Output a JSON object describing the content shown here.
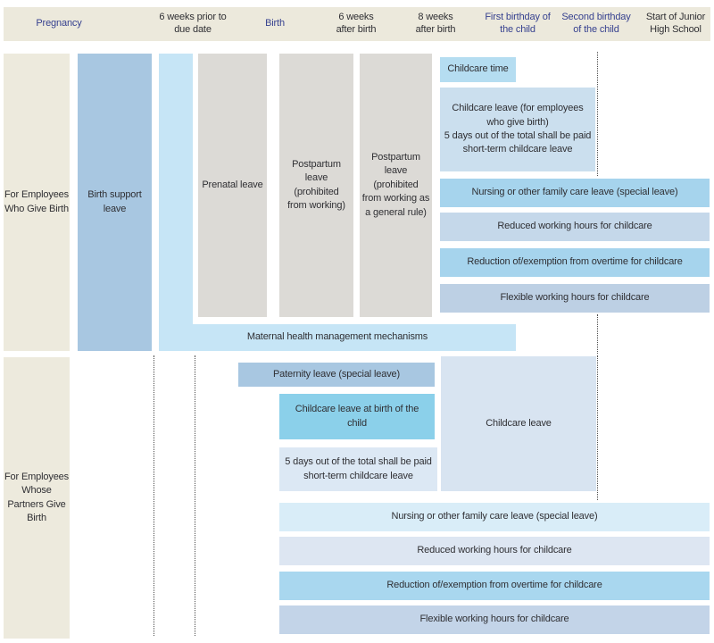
{
  "colors": {
    "header_bg": "#ece9dc",
    "row_label_bg": "#edeadd",
    "navy_text": "#36418f",
    "dark_text": "#2f2f33",
    "medium_blue_bar": "#a8c7e1",
    "light_cyan_strip": "#c6e5f6",
    "gray_bar": "#dcdad6",
    "cyan_bar": "#a6d4ed",
    "steel_bar": "#c5d8ea",
    "periwinkle_bar": "#bdd0e4",
    "childcare_time_bar": "#b5ddf1",
    "childcare_block": "#cbdfee",
    "childcare_leave_block": "#d8e4f1",
    "bright_cyan_bar": "#8bd0ea",
    "pale_note_bar": "#dce8f4",
    "pale_cyan_bar": "#d9edf8",
    "pale_steel_bar": "#dde6f2",
    "overtime_cyan_bar": "#a9d7ef",
    "flexible_steel_bar": "#c3d4e8"
  },
  "timeline": {
    "pregnancy": "Pregnancy",
    "six_weeks_prior": "6 weeks prior to\ndue date",
    "birth": "Birth",
    "six_weeks_after": "6 weeks\nafter birth",
    "eight_weeks_after": "8 weeks\nafter birth",
    "first_birthday": "First birthday of\nthe child",
    "second_birthday": "Second birthday\nof the child",
    "junior_high": "Start of Junior\nHigh School"
  },
  "maternity": {
    "row_label": "For Employees\nWho Give Birth",
    "birth_support": "Birth support\nleave",
    "prenatal": "Prenatal leave",
    "postpartum_prohibited": "Postpartum\nleave\n(prohibited\nfrom working)",
    "postpartum_general": "Postpartum\nleave\n(prohibited\nfrom working as\na general rule)",
    "childcare_time": "Childcare time",
    "childcare_leave_title": "Childcare leave (for employees\nwho give birth)",
    "childcare_leave_note": "5 days out of the total shall be paid\nshort-term childcare leave",
    "nursing": "Nursing or other family care leave (special leave)",
    "reduced_hours": "Reduced working hours for childcare",
    "overtime": "Reduction of/exemption from overtime for childcare",
    "flexible_hours": "Flexible working hours for childcare",
    "maternal_health": "Maternal health management mechanisms"
  },
  "paternity": {
    "row_label": "For Employees\nWhose\nPartners Give\nBirth",
    "paternity_leave": "Paternity leave (special leave)",
    "childcare_at_birth": "Childcare leave at birth of the\nchild",
    "five_day_note": "5 days out of the total shall be paid\nshort-term childcare leave",
    "childcare_leave": "Childcare leave",
    "nursing": "Nursing or other family care leave (special leave)",
    "reduced_hours": "Reduced working hours for childcare",
    "overtime": "Reduction of/exemption from overtime for childcare",
    "flexible_hours": "Flexible working hours for childcare"
  }
}
